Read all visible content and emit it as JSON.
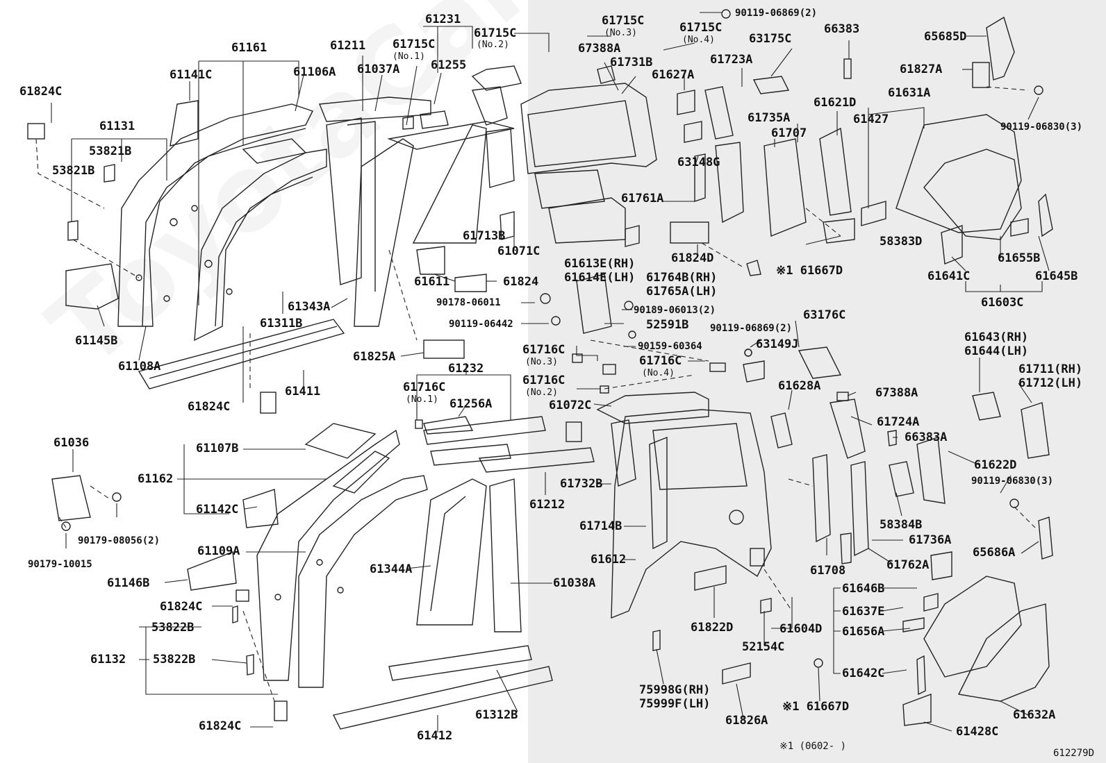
{
  "watermark": "ToyotaCarTrade",
  "diagram_id": "612279D",
  "footnote": "※1 (0602-        )",
  "labels": [
    {
      "id": "p61161",
      "text": "61161"
    },
    {
      "id": "p61211",
      "text": "61211"
    },
    {
      "id": "p61231",
      "text": "61231"
    },
    {
      "id": "p61715C_1",
      "text": "61715C"
    },
    {
      "id": "p61715C_1n",
      "text": "(No.1)"
    },
    {
      "id": "p61715C_2",
      "text": "61715C"
    },
    {
      "id": "p61715C_2n",
      "text": "(No.2)"
    },
    {
      "id": "p61715C_3",
      "text": "61715C"
    },
    {
      "id": "p61715C_3n",
      "text": "(No.3)"
    },
    {
      "id": "p61715C_4",
      "text": "61715C"
    },
    {
      "id": "p61715C_4n",
      "text": "(No.4)"
    },
    {
      "id": "p90119_06869_top",
      "text": "90119-06869(2)"
    },
    {
      "id": "p66383",
      "text": "66383"
    },
    {
      "id": "p65685D",
      "text": "65685D"
    },
    {
      "id": "p61824C_a",
      "text": "61824C"
    },
    {
      "id": "p61141C",
      "text": "61141C"
    },
    {
      "id": "p61106A",
      "text": "61106A"
    },
    {
      "id": "p61037A",
      "text": "61037A"
    },
    {
      "id": "p61255",
      "text": "61255"
    },
    {
      "id": "p67388A_top",
      "text": "67388A"
    },
    {
      "id": "p61731B",
      "text": "61731B"
    },
    {
      "id": "p63175C",
      "text": "63175C"
    },
    {
      "id": "p61723A",
      "text": "61723A"
    },
    {
      "id": "p61627A",
      "text": "61627A"
    },
    {
      "id": "p61827A",
      "text": "61827A"
    },
    {
      "id": "p61131",
      "text": "61131"
    },
    {
      "id": "p53821B_a",
      "text": "53821B"
    },
    {
      "id": "p53821B_b",
      "text": "53821B"
    },
    {
      "id": "p61621D",
      "text": "61621D"
    },
    {
      "id": "p61631A",
      "text": "61631A"
    },
    {
      "id": "p61427",
      "text": "61427"
    },
    {
      "id": "p61735A",
      "text": "61735A"
    },
    {
      "id": "p61707",
      "text": "61707"
    },
    {
      "id": "p90119_06830_top",
      "text": "90119-06830(3)"
    },
    {
      "id": "p63148G",
      "text": "63148G"
    },
    {
      "id": "p61761A",
      "text": "61761A"
    },
    {
      "id": "p61713B",
      "text": "61713B"
    },
    {
      "id": "p61071C",
      "text": "61071C"
    },
    {
      "id": "p61824D",
      "text": "61824D"
    },
    {
      "id": "p58383D",
      "text": "58383D"
    },
    {
      "id": "p61613E",
      "text": "61613E(RH)"
    },
    {
      "id": "p61614E",
      "text": "61614E(LH)"
    },
    {
      "id": "p61764B",
      "text": "61764B(RH)"
    },
    {
      "id": "p61765A",
      "text": "61765A(LH)"
    },
    {
      "id": "p61667D_top",
      "text": "※1 61667D"
    },
    {
      "id": "p61655B",
      "text": "61655B"
    },
    {
      "id": "p61641C",
      "text": "61641C"
    },
    {
      "id": "p61645B",
      "text": "61645B"
    },
    {
      "id": "p61603C",
      "text": "61603C"
    },
    {
      "id": "p61145B",
      "text": "61145B"
    },
    {
      "id": "p61611",
      "text": "61611"
    },
    {
      "id": "p61824",
      "text": "61824"
    },
    {
      "id": "p90178_06011",
      "text": "90178-06011"
    },
    {
      "id": "p90189_06013",
      "text": "90189-06013(2)"
    },
    {
      "id": "p61343A",
      "text": "61343A"
    },
    {
      "id": "p61311B",
      "text": "61311B"
    },
    {
      "id": "p63176C",
      "text": "63176C"
    },
    {
      "id": "p52591B",
      "text": "52591B"
    },
    {
      "id": "p90119_06442",
      "text": "90119-06442"
    },
    {
      "id": "p90119_06869_mid",
      "text": "90119-06869(2)"
    },
    {
      "id": "p90159_60364",
      "text": "90159-60364"
    },
    {
      "id": "p63149J",
      "text": "63149J"
    },
    {
      "id": "p61108A",
      "text": "61108A"
    },
    {
      "id": "p61716C_3",
      "text": "61716C"
    },
    {
      "id": "p61716C_3n",
      "text": "(No.3)"
    },
    {
      "id": "p61716C_4",
      "text": "61716C"
    },
    {
      "id": "p61716C_4n",
      "text": "(No.4)"
    },
    {
      "id": "p61825A",
      "text": "61825A"
    },
    {
      "id": "p61643",
      "text": "61643(RH)"
    },
    {
      "id": "p61644",
      "text": "61644(LH)"
    },
    {
      "id": "p61232",
      "text": "61232"
    },
    {
      "id": "p61711",
      "text": "61711(RH)"
    },
    {
      "id": "p61712",
      "text": "61712(LH)"
    },
    {
      "id": "p61411",
      "text": "61411"
    },
    {
      "id": "p61716C_2",
      "text": "61716C"
    },
    {
      "id": "p61716C_2n",
      "text": "(No.2)"
    },
    {
      "id": "p61628A",
      "text": "61628A"
    },
    {
      "id": "p67388A_mid",
      "text": "67388A"
    },
    {
      "id": "p61716C_1",
      "text": "61716C"
    },
    {
      "id": "p61716C_1n",
      "text": "(No.1)"
    },
    {
      "id": "p61256A",
      "text": "61256A"
    },
    {
      "id": "p61072C",
      "text": "61072C"
    },
    {
      "id": "p61824C_b",
      "text": "61824C"
    },
    {
      "id": "p61724A",
      "text": "61724A"
    },
    {
      "id": "p66383A",
      "text": "66383A"
    },
    {
      "id": "p61036",
      "text": "61036"
    },
    {
      "id": "p61107B",
      "text": "61107B"
    },
    {
      "id": "p61622D",
      "text": "61622D"
    },
    {
      "id": "p61162",
      "text": "61162"
    },
    {
      "id": "p61732B",
      "text": "61732B"
    },
    {
      "id": "p90119_06830_mid",
      "text": "90119-06830(3)"
    },
    {
      "id": "p61142C",
      "text": "61142C"
    },
    {
      "id": "p61212",
      "text": "61212"
    },
    {
      "id": "p90179_08056",
      "text": "90179-08056(2)"
    },
    {
      "id": "p61714B",
      "text": "61714B"
    },
    {
      "id": "p58384B",
      "text": "58384B"
    },
    {
      "id": "p61109A",
      "text": "61109A"
    },
    {
      "id": "p61736A",
      "text": "61736A"
    },
    {
      "id": "p65686A",
      "text": "65686A"
    },
    {
      "id": "p90179_10015",
      "text": "90179-10015"
    },
    {
      "id": "p61612",
      "text": "61612"
    },
    {
      "id": "p61762A",
      "text": "61762A"
    },
    {
      "id": "p61708",
      "text": "61708"
    },
    {
      "id": "p61146B",
      "text": "61146B"
    },
    {
      "id": "p61344A",
      "text": "61344A"
    },
    {
      "id": "p61038A",
      "text": "61038A"
    },
    {
      "id": "p61646B",
      "text": "61646B"
    },
    {
      "id": "p61824C_c",
      "text": "61824C"
    },
    {
      "id": "p61637E",
      "text": "61637E"
    },
    {
      "id": "p61822D",
      "text": "61822D"
    },
    {
      "id": "p53822B_a",
      "text": "53822B"
    },
    {
      "id": "p61604D",
      "text": "61604D"
    },
    {
      "id": "p61656A",
      "text": "61656A"
    },
    {
      "id": "p61132",
      "text": "61132"
    },
    {
      "id": "p53822B_b",
      "text": "53822B"
    },
    {
      "id": "p52154C",
      "text": "52154C"
    },
    {
      "id": "p61642C",
      "text": "61642C"
    },
    {
      "id": "p75998G",
      "text": "75998G(RH)"
    },
    {
      "id": "p75999F",
      "text": "75999F(LH)"
    },
    {
      "id": "p61667D_bot",
      "text": "※1 61667D"
    },
    {
      "id": "p61632A",
      "text": "61632A"
    },
    {
      "id": "p61824C_d",
      "text": "61824C"
    },
    {
      "id": "p61312B",
      "text": "61312B"
    },
    {
      "id": "p61826A",
      "text": "61826A"
    },
    {
      "id": "p61428C",
      "text": "61428C"
    },
    {
      "id": "p61412",
      "text": "61412"
    }
  ]
}
